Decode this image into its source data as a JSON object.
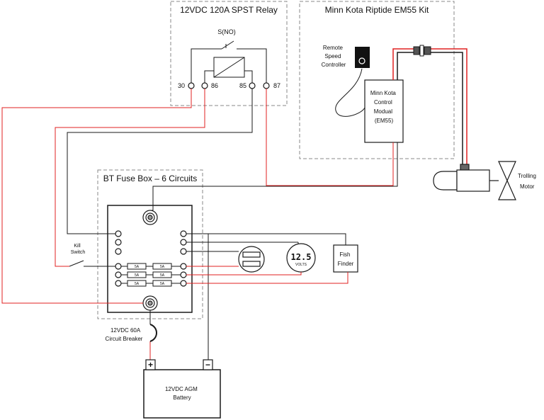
{
  "relay": {
    "title": "12VDC 120A SPST Relay",
    "switch_label": "S(NO)",
    "pins": [
      "30",
      "86",
      "85",
      "87"
    ]
  },
  "kit": {
    "title": "Minn Kota Riptide EM55 Kit",
    "remote_label": [
      "Remote",
      "Speed",
      "Controller"
    ],
    "control_label": [
      "Minn Kota",
      "Control",
      "Modual",
      "(EM55)"
    ]
  },
  "fusebox": {
    "title": "BT Fuse Box – 6 Circuits",
    "fuses": [
      "5A",
      "5A",
      "5A",
      "5A",
      "5A",
      "5A"
    ]
  },
  "kill_switch": [
    "Kill",
    "Switch"
  ],
  "voltmeter": {
    "reading": "12.5",
    "unit": "VOLTS"
  },
  "fish_finder": [
    "Fish",
    "Finder"
  ],
  "motor": [
    "Trolling",
    "Motor"
  ],
  "breaker": [
    "12VDC 60A",
    "Circuit Breaker"
  ],
  "battery": {
    "label": [
      "12VDC AGM",
      "Battery"
    ],
    "plus": "+",
    "minus": "−"
  },
  "colors": {
    "positive": "#e02020",
    "negative": "#1a1a1a",
    "dashed": "#8a8a8a"
  }
}
